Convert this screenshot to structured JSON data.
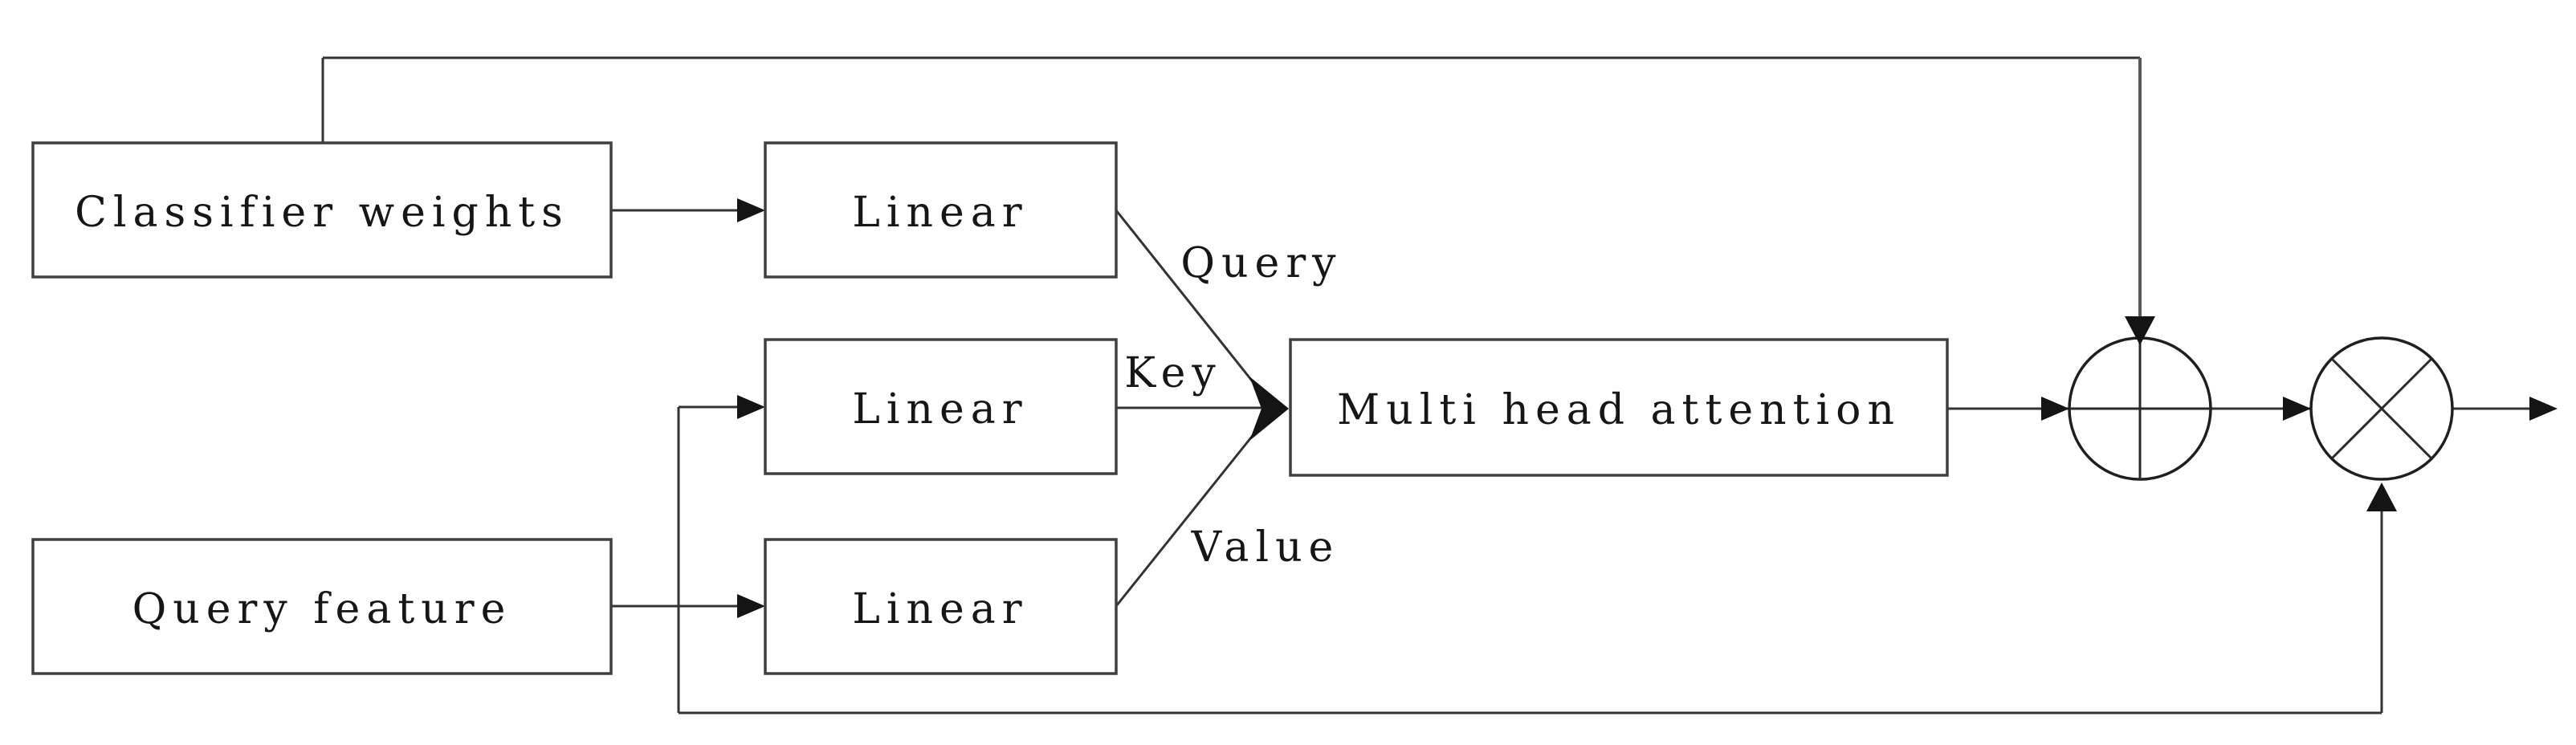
{
  "diagram": {
    "nodes": {
      "classifier_weights": {
        "label": "Classifier weights"
      },
      "linear_query": {
        "label": "Linear"
      },
      "linear_key": {
        "label": "Linear"
      },
      "linear_value": {
        "label": "Linear"
      },
      "query_feature": {
        "label": "Query feature"
      },
      "multi_head_attention": {
        "label": "Multi head attention"
      }
    },
    "edge_labels": {
      "query": "Query",
      "key": "Key",
      "value": "Value"
    },
    "operators": {
      "add": "plus-in-circle",
      "multiply": "times-in-circle"
    },
    "colors": {
      "background": "#ffffff",
      "box_border": "#3f3f3f",
      "wire": "#333333",
      "text": "#161616",
      "arrow_fill": "#141414"
    }
  }
}
